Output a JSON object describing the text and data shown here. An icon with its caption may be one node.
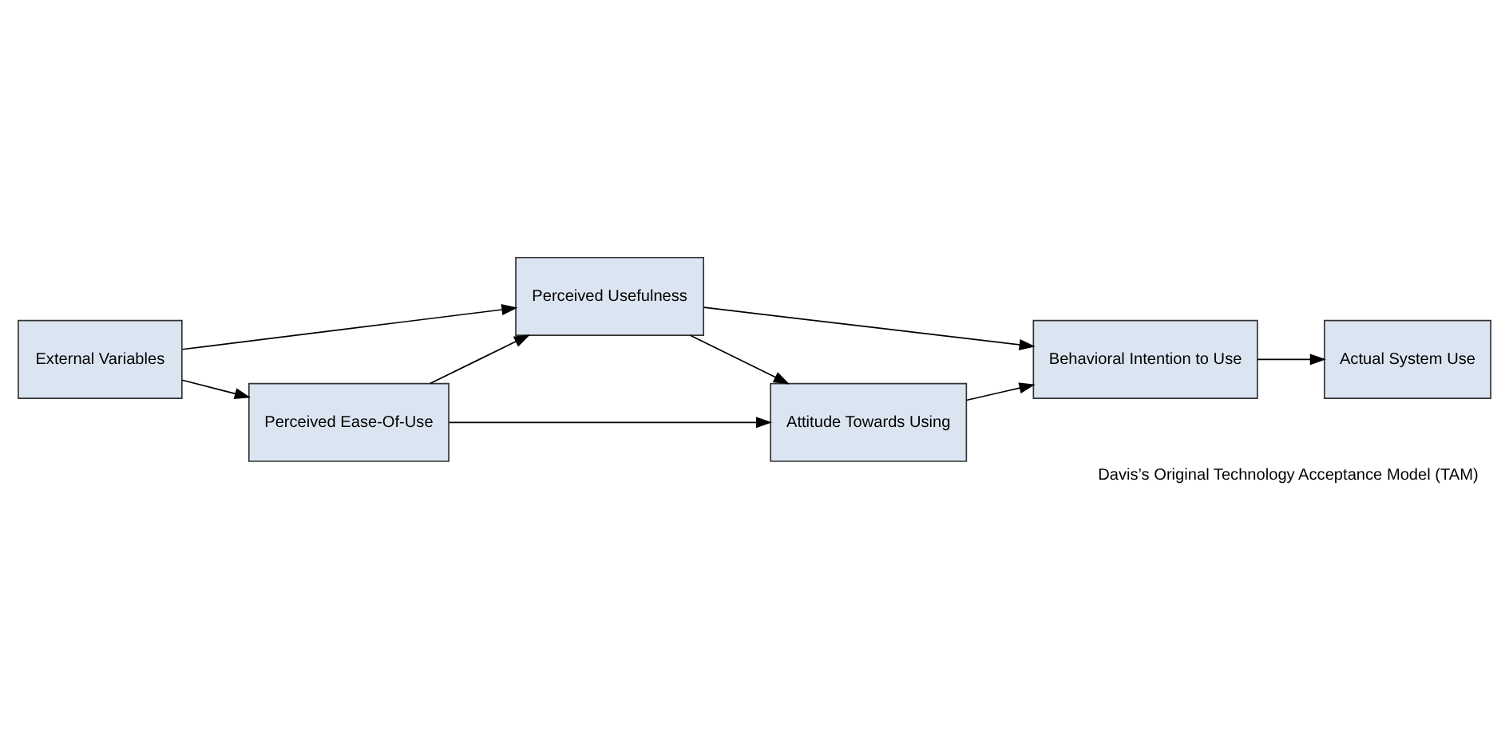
{
  "diagram": {
    "caption": "Davis’s Original Technology Acceptance Model (TAM)",
    "nodes": [
      {
        "text": [
          "External Variables"
        ]
      },
      {
        "text": [
          "Perceived Usefulness"
        ]
      },
      {
        "text": [
          "Perceived Ease-Of-Use"
        ]
      },
      {
        "text": [
          "Attitude Towards Using"
        ]
      },
      {
        "text": [
          "Behavioral Intention to Use"
        ]
      },
      {
        "text": [
          "Actual System Use"
        ]
      }
    ],
    "edges": [
      {
        "from": 0,
        "to": 1,
        "arrow": "to"
      },
      {
        "from": 0,
        "to": 2,
        "arrow": "to"
      },
      {
        "from": 2,
        "to": 1,
        "arrow": "to"
      },
      {
        "from": 1,
        "to": 3,
        "arrow": "to"
      },
      {
        "from": 2,
        "to": 3,
        "arrow": "to"
      },
      {
        "from": 1,
        "to": 4,
        "arrow": "to"
      },
      {
        "from": 3,
        "to": 4,
        "arrow": "to"
      },
      {
        "from": 4,
        "to": 5,
        "arrow": "to"
      }
    ]
  }
}
